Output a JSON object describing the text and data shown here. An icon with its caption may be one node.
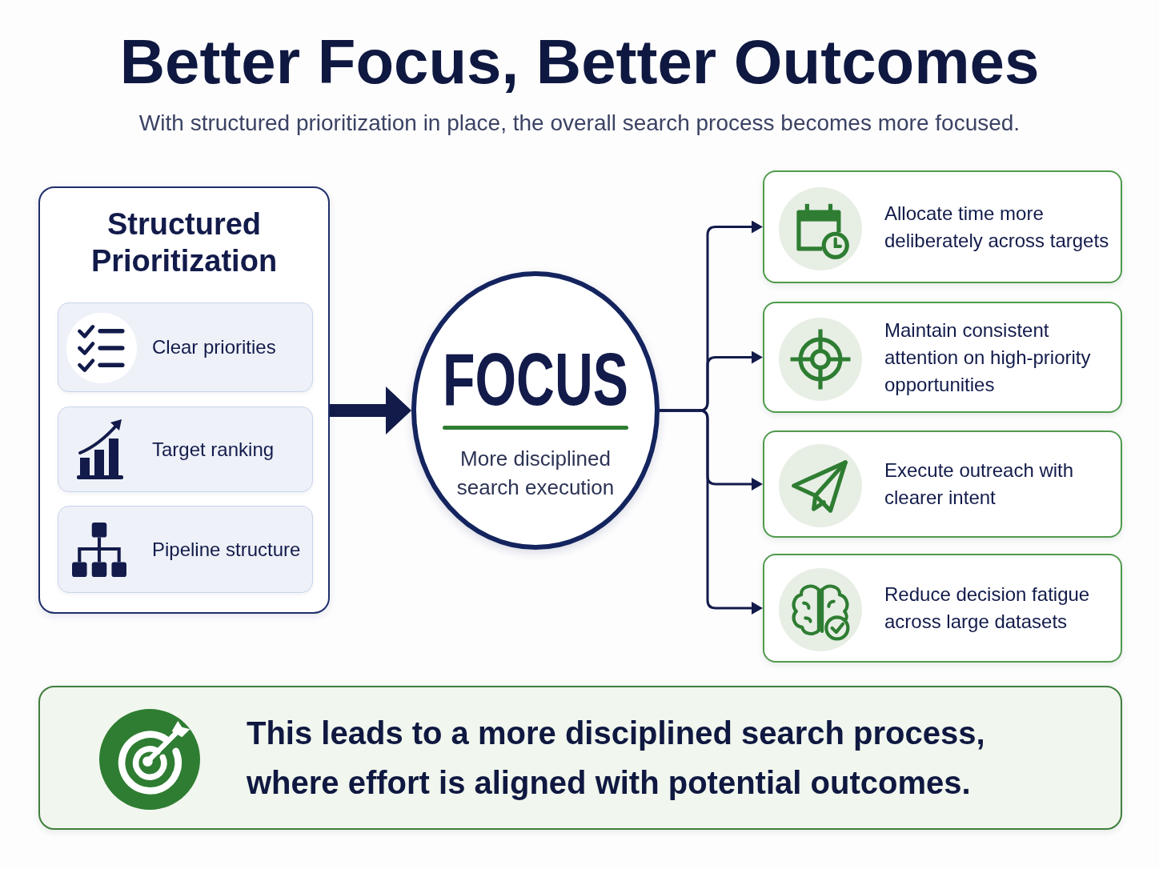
{
  "diagram": {
    "title": "Better Focus, Better Outcomes",
    "nodes": [
      {
        "text": [
          "Structured Prioritization"
        ]
      },
      {
        "text": [
          "Clear priorities"
        ],
        "in": 0
      },
      {
        "text": [
          "Target ranking"
        ],
        "in": 0
      },
      {
        "text": [
          "Pipeline structure"
        ],
        "in": 0
      },
      {
        "text": [
          "FOCUS",
          "More disciplined search execution"
        ]
      },
      {
        "text": [
          "Allocate time more deliberately across targets"
        ]
      },
      {
        "text": [
          "Maintain consistent attention on high-priority opportunities"
        ]
      },
      {
        "text": [
          "Execute outreach with clearer intent"
        ]
      },
      {
        "text": [
          "Reduce decision fatigue across large datasets"
        ]
      },
      {
        "text": [
          "This leads to a more disciplined search process, where effort is aligned with potential outcomes."
        ]
      }
    ],
    "edges": [
      {
        "from": 0,
        "to": 4,
        "arrow": "to",
        "style": "thick"
      },
      {
        "from": 4,
        "to": 5,
        "arrow": "to"
      },
      {
        "from": 4,
        "to": 6,
        "arrow": "to"
      },
      {
        "from": 4,
        "to": 7,
        "arrow": "to"
      },
      {
        "from": 4,
        "to": 8,
        "arrow": "to"
      }
    ],
    "labels": [
      "With structured prioritization in place, the overall search process becomes more focused."
    ]
  }
}
